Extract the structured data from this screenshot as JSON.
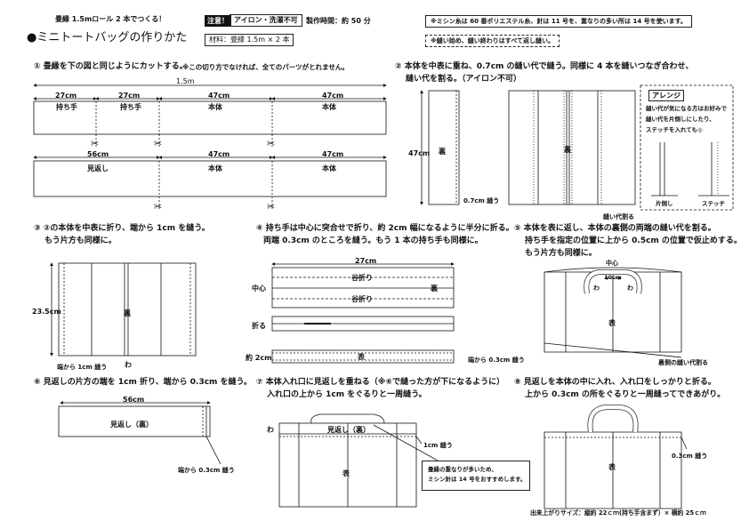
{
  "header": {
    "subtitle": "畳縁 1.5mロール 2 本でつくる！",
    "title": "●ミニトートバッグの作りかた",
    "caution_badge": "注意！",
    "caution_text": "アイロン・洗濯不可",
    "time": "製作時間：約 50 分",
    "materials": "材料：畳縁 1.5m × 2 本",
    "note1": "※ミシン糸は 60 番ポリエステル糸、針は 11 号を、重なりの多い所は 14 号を使います。",
    "note2": "※縫い始め、縫い終わりはすべて返し縫い。"
  },
  "step1": {
    "text": "① 畳縁を下の図と同じようにカットする。",
    "note": "※この切り方でなければ、全てのパーツがとれません。",
    "total": "1.5m",
    "row1_dims": [
      "27cm",
      "27cm",
      "47cm",
      "47cm"
    ],
    "row1_labels": [
      "持ち手",
      "持ち手",
      "本体",
      "本体"
    ],
    "row2_dims": [
      "56cm",
      "47cm",
      "47cm"
    ],
    "row2_labels": [
      "見返し",
      "本体",
      "本体"
    ]
  },
  "step2": {
    "text1": "② 本体を中表に重ね、0.7cm の縫い代で縫う。同様に 4 本を縫いつなぎ合わせ、",
    "text2": "縫い代を割る。（アイロン不可）",
    "height": "47cm",
    "ura": "裏",
    "seam": "0.7cm 縫う",
    "split": "縫い代割る",
    "arrange_title": "アレンジ",
    "arrange_lines": [
      "縫い代が気になる方はお好みで",
      "縫い代を片側しにしたり、",
      "ステッチを入れても◎"
    ],
    "katagawa": "片側し",
    "stitch": "ステッチ"
  },
  "step3": {
    "text1": "③ ②の本体を中表に折り、端から 1cm を縫う。",
    "text2": "もう片方も同様に。",
    "height": "23.5cm",
    "ura": "裏",
    "seam": "端から 1cm 縫う",
    "wa": "わ"
  },
  "step4": {
    "text1": "④ 持ち手は中心に突合せで折り、約 2cm 幅になるように半分に折る。",
    "text2": "両端 0.3cm のところを縫う。もう 1 本の持ち手も同様に。",
    "width": "27cm",
    "center": "中心",
    "valley": "谷折り",
    "ura": "裏",
    "fold": "折る",
    "approx": "約 2cm",
    "omote": "表",
    "seam": "端から 0.3cm 縫う"
  },
  "step5": {
    "text1": "⑤ 本体を表に返し、本体の裏側の両端の縫い代を割る。",
    "text2": "持ち手を指定の位置に上から 0.5cm の位置で仮止めする。",
    "text3": "もう片方も同様に。",
    "center": "中心",
    "width": "10cm",
    "wa": "わ",
    "omote": "表",
    "split": "裏側の縫い代割る"
  },
  "step6": {
    "text": "⑥ 見返しの片方の端を 1cm 折り、端から 0.3cm を縫う。",
    "width": "56cm",
    "label": "見返し（裏）",
    "seam": "端から 0.3cm 縫う"
  },
  "step7": {
    "text1": "⑦ 本体入れ口に見返しを重ねる（※⑥で縫った方が下になるように）",
    "text2": "入れ口の上から 1cm をぐるりと一周縫う。",
    "wa": "わ",
    "label": "見返し（裏）",
    "seam": "1cm 縫う",
    "omote": "表",
    "note1": "畳縁の重なりが多いため、",
    "note2": "ミシン針は 14 号をおすすめします。"
  },
  "step8": {
    "text1": "⑧ 見返しを本体の中に入れ、入れ口をしっかりと折る。",
    "text2": "上から 0.3cm の所をぐるりと一周縫ってできあがり。",
    "omote": "表",
    "seam": "0.3cm 縫う",
    "size": "出来上がりサイズ：縦約 22ｃｍ(持ち手含まず）× 横約 25ｃｍ"
  }
}
